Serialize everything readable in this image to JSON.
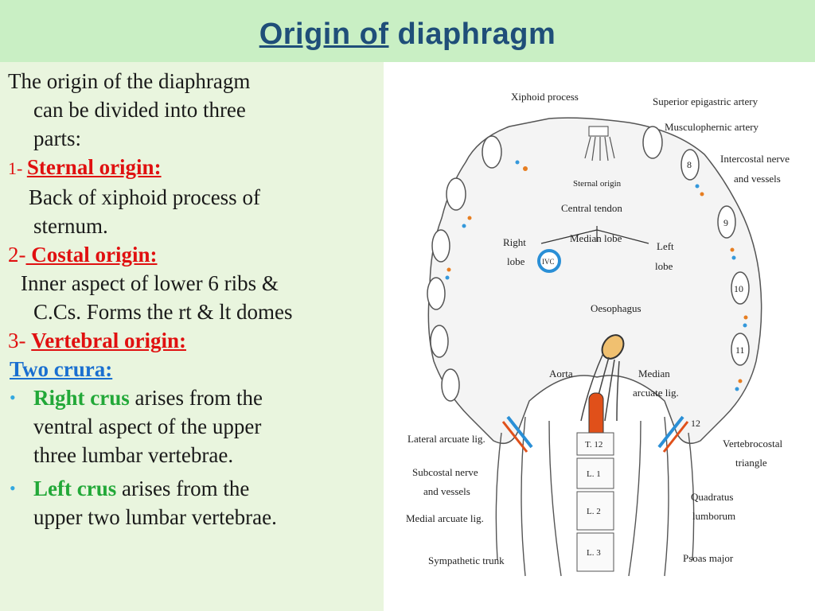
{
  "slide": {
    "title_part1": "Origin of",
    "title_part2": " diaphragm",
    "intro_line1": "The origin of the diaphragm",
    "intro_line2": "can be divided into three",
    "intro_line3": "parts:",
    "sternal_num": "1- ",
    "sternal_label": "Sternal origin:",
    "sternal_desc_line1": "Back of xiphoid process of",
    "sternal_desc_line2": "sternum.",
    "costal_num": "2-",
    "costal_label": " Costal origin:",
    "costal_desc_line1": "Inner aspect of lower 6 ribs &",
    "costal_desc_line2": "C.Cs. Forms the rt & lt domes",
    "vertebral_num": "3- ",
    "vertebral_label": "Vertebral origin:",
    "crura_label": "Two crura:",
    "right_crus_label": "Right crus",
    "right_crus_text1": " arises from the",
    "right_crus_text2": "ventral aspect of the upper",
    "right_crus_text3": "three lumbar vertebrae.",
    "left_crus_label": "Left crus",
    "left_crus_text1": " arises from the",
    "left_crus_text2": "upper two lumbar vertebrae."
  },
  "figure": {
    "xiphoid": "Xiphoid process",
    "sup_epigastric": "Superior epigastric artery",
    "musculophrenic": "Musculophernic artery",
    "intercostal1": "Intercostal nerve",
    "intercostal2": "and vessels",
    "sternal_origin": "Sternal origin",
    "central_tendon": "Central tendon",
    "median_lobe": "Median lobe",
    "right_lobe1": "Right",
    "right_lobe2": "lobe",
    "left_lobe1": "Left",
    "left_lobe2": "lobe",
    "ivc": "IVC",
    "oesophagus": "Oesophagus",
    "aorta": "Aorta",
    "median_arcuate1": "Median",
    "median_arcuate2": "arcuate lig.",
    "lateral_arcuate": "Lateral arcuate lig.",
    "subcostal1": "Subcostal nerve",
    "subcostal2": "and vessels",
    "medial_arcuate": "Medial arcuate lig.",
    "sympathetic": "Sympathetic trunk",
    "vertebrocostal1": "Vertebrocostal",
    "vertebrocostal2": "triangle",
    "quadratus1": "Quadratus",
    "quadratus2": "lumborum",
    "psoas": "Psoas major",
    "rib8": "8",
    "rib9": "9",
    "rib10": "10",
    "rib11": "11",
    "rib12": "12",
    "t12": "T. 12",
    "l1": "L. 1",
    "l2": "L. 2",
    "l3": "L. 3"
  }
}
